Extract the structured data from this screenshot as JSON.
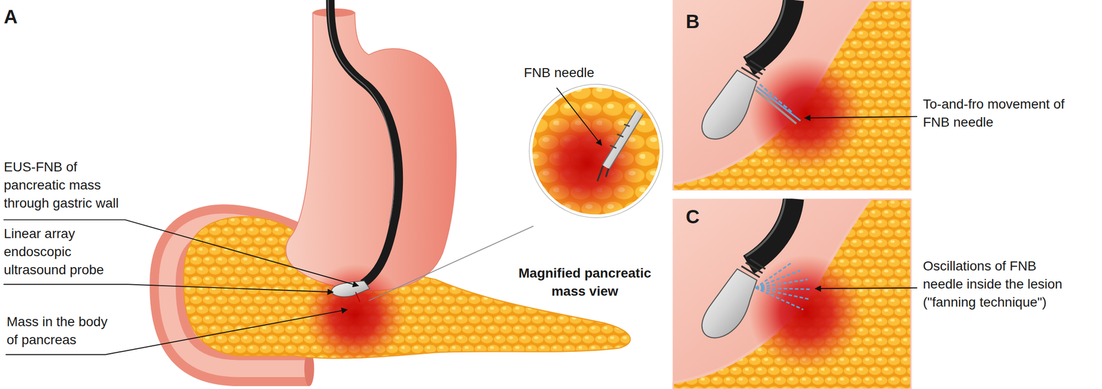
{
  "diagram": {
    "labels": [
      "A",
      "B",
      "To-and-fro movement of FNB needle",
      "C",
      "Oscillations of FNB needle inside the lesion (\"fanning technique\")",
      "FNB needle",
      "EUS-FNB of pancreatic mass through gastric wall",
      "Linear array endoscopic ultrasound probe",
      "Mass in the body of pancreas",
      "Magnified pancreatic mass view"
    ]
  }
}
